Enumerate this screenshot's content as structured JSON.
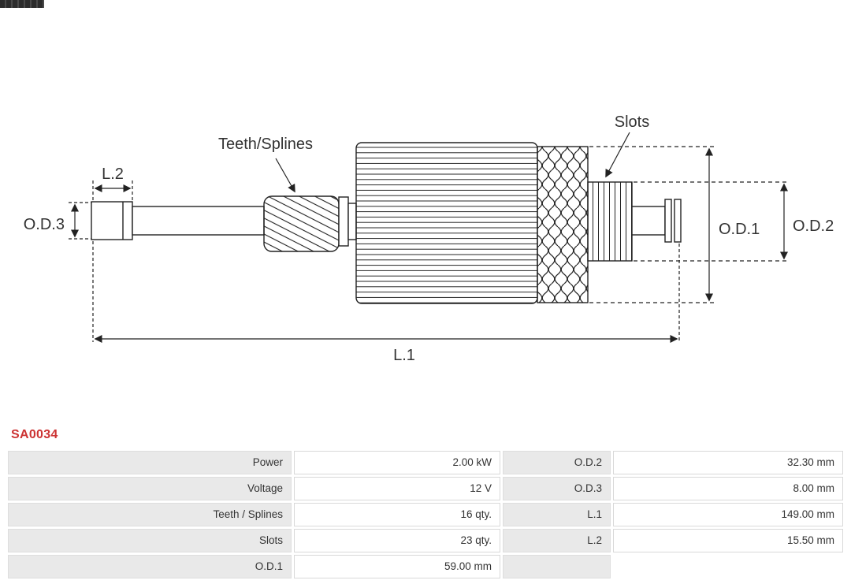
{
  "part_number": "SA0034",
  "diagram": {
    "labels": {
      "teeth_splines": "Teeth/Splines",
      "slots": "Slots",
      "od1": "O.D.1",
      "od2": "O.D.2",
      "od3": "O.D.3",
      "l1": "L.1",
      "l2": "L.2"
    }
  },
  "table": {
    "rows": [
      {
        "label_left": "Power",
        "value_left": "2.00 kW",
        "label_right": "O.D.2",
        "value_right": "32.30 mm"
      },
      {
        "label_left": "Voltage",
        "value_left": "12 V",
        "label_right": "O.D.3",
        "value_right": "8.00 mm"
      },
      {
        "label_left": "Teeth / Splines",
        "value_left": "16 qty.",
        "label_right": "L.1",
        "value_right": "149.00 mm"
      },
      {
        "label_left": "Slots",
        "value_left": "23 qty.",
        "label_right": "L.2",
        "value_right": "15.50 mm"
      },
      {
        "label_left": "O.D.1",
        "value_left": "59.00 mm",
        "label_right": "",
        "value_right": ""
      }
    ]
  },
  "colors": {
    "part_number_red": "#cc3333",
    "table_label_bg": "#e9e9e9",
    "table_border": "#d9d9d9",
    "line_color": "#222222"
  }
}
